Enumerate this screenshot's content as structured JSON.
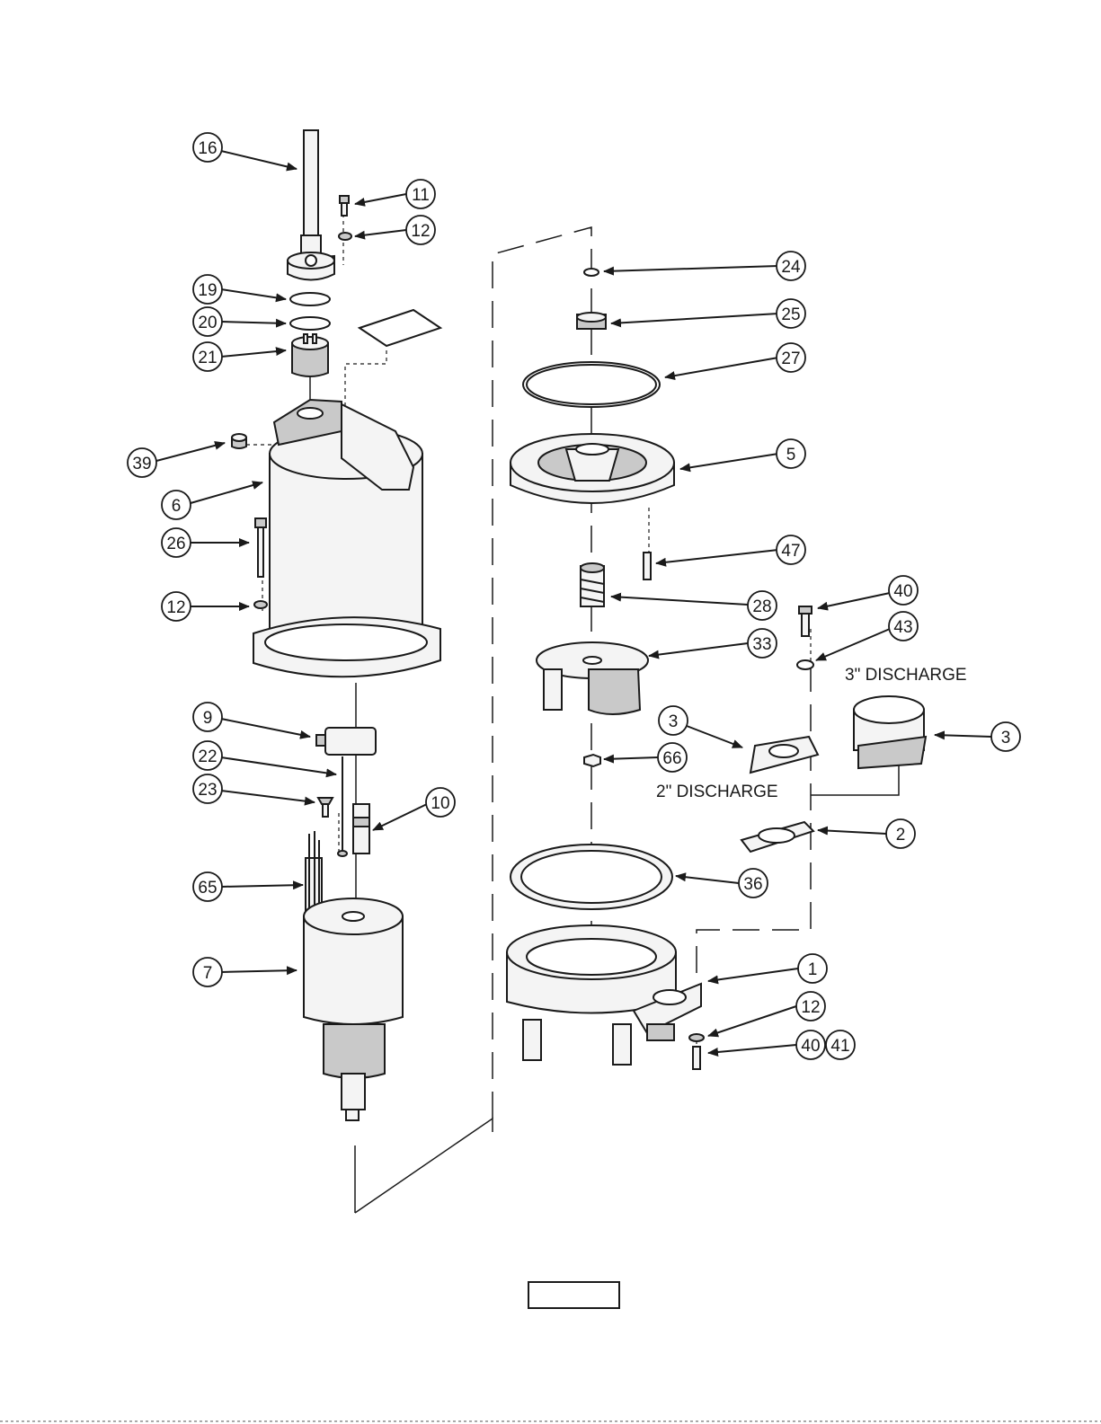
{
  "colors": {
    "ink": "#1a1a1a",
    "paper": "#ffffff",
    "shade": "#c9c9c9"
  },
  "callouts": [
    {
      "id": "c16",
      "label": "16"
    },
    {
      "id": "c11",
      "label": "11"
    },
    {
      "id": "c12a",
      "label": "12"
    },
    {
      "id": "c19",
      "label": "19"
    },
    {
      "id": "c20",
      "label": "20"
    },
    {
      "id": "c21",
      "label": "21"
    },
    {
      "id": "c39",
      "label": "39"
    },
    {
      "id": "c6",
      "label": "6"
    },
    {
      "id": "c26",
      "label": "26"
    },
    {
      "id": "c12b",
      "label": "12"
    },
    {
      "id": "c9",
      "label": "9"
    },
    {
      "id": "c22",
      "label": "22"
    },
    {
      "id": "c23",
      "label": "23"
    },
    {
      "id": "c10",
      "label": "10"
    },
    {
      "id": "c65",
      "label": "65"
    },
    {
      "id": "c7",
      "label": "7"
    },
    {
      "id": "c24",
      "label": "24"
    },
    {
      "id": "c25",
      "label": "25"
    },
    {
      "id": "c27",
      "label": "27"
    },
    {
      "id": "c5",
      "label": "5"
    },
    {
      "id": "c47",
      "label": "47"
    },
    {
      "id": "c28",
      "label": "28"
    },
    {
      "id": "c33",
      "label": "33"
    },
    {
      "id": "c40a",
      "label": "40"
    },
    {
      "id": "c43",
      "label": "43"
    },
    {
      "id": "c3a",
      "label": "3"
    },
    {
      "id": "c3b",
      "label": "3"
    },
    {
      "id": "c66",
      "label": "66"
    },
    {
      "id": "c2",
      "label": "2"
    },
    {
      "id": "c36",
      "label": "36"
    },
    {
      "id": "c1",
      "label": "1"
    },
    {
      "id": "c12c",
      "label": "12"
    },
    {
      "id": "c40b",
      "label": "40"
    },
    {
      "id": "c41",
      "label": "41"
    }
  ],
  "notes": {
    "discharge_3in": "3\" DISCHARGE",
    "discharge_2in": "2\" DISCHARGE"
  },
  "footer_box": {
    "text": ""
  }
}
